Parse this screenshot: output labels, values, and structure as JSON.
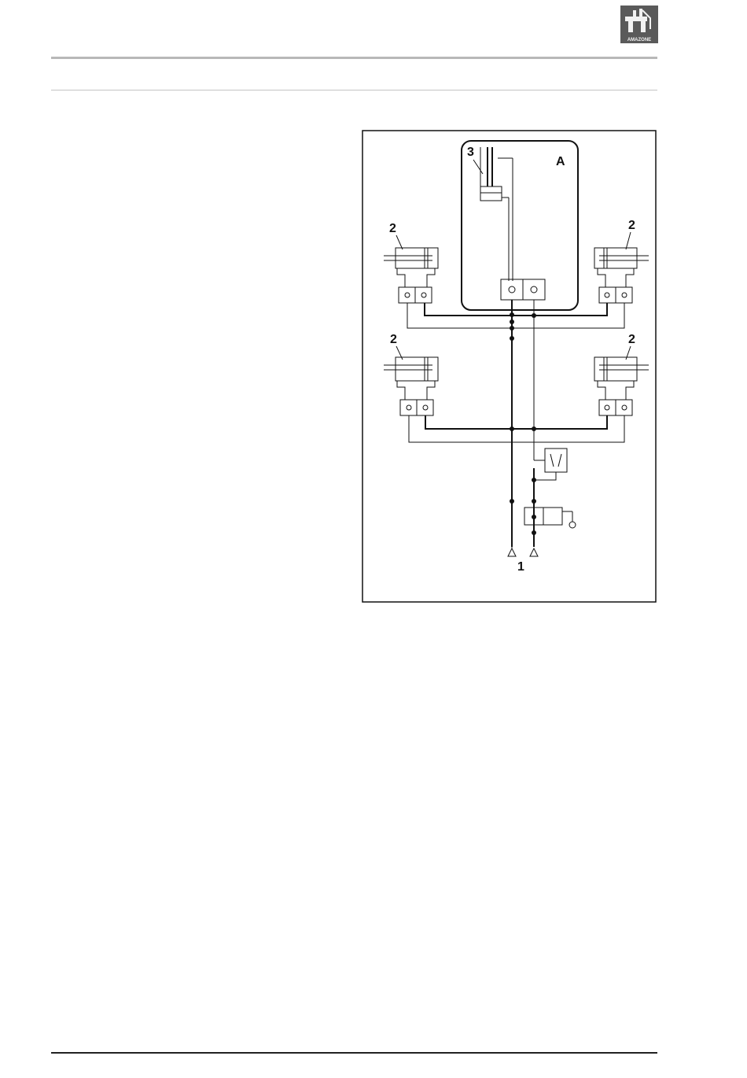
{
  "header": {
    "logo_text": "AMAZONE",
    "logo_icon": "amazone-logo-icon"
  },
  "figure": {
    "label_circuit": "A",
    "label_cylinder_center": "3",
    "label_cylinder_top_left": "2",
    "label_cylinder_top_right": "2",
    "label_cylinder_bottom_left": "2",
    "label_cylinder_bottom_right": "2",
    "label_connections": "1"
  }
}
